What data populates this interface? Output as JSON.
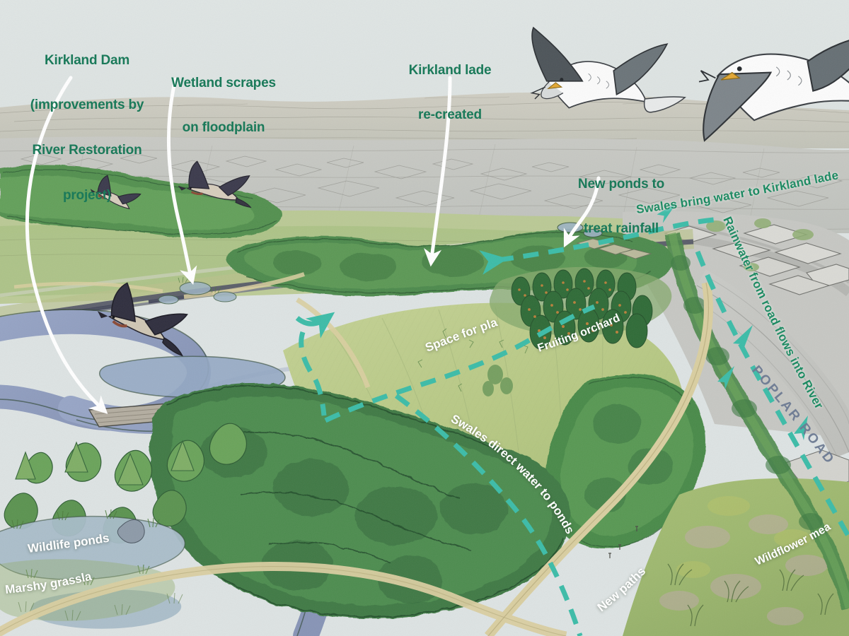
{
  "illustration": {
    "title": "Kirkland river park restoration masterplan — aerial perspective illustration",
    "style": "hand-drawn watercolour / ink aerial visualisation"
  },
  "palette": {
    "sky": "#dde3e3",
    "distant_hills": "#c9c8bd",
    "town_grey": "#c5c6c2",
    "meadow_light": "#b9c98a",
    "grass_mid": "#93b868",
    "woodland_dark": "#3f7a45",
    "woodland_mid": "#6aa35a",
    "river_blue": "#8e9bbf",
    "pond_blue": "#9fb3c6",
    "path_sand": "#d9ceA0",
    "callout_green": "#1b7a5a",
    "map_label_green": "#1c8a62",
    "swale_teal": "#3cbca8",
    "arrow_white": "#ffffff",
    "road_label_blue": "#6d7b93",
    "orchard_green": "#2f6b37",
    "fruit_dot": "#c8823c",
    "wildflower_pink": "#c9a8b8"
  },
  "callouts": [
    {
      "id": "kirkland-dam",
      "lines": [
        "Kirkland Dam",
        "(improvements by",
        "River Restoration",
        "project)"
      ],
      "text": "Kirkland Dam (improvements by River Restoration project)",
      "leader": "white curved arrow pointing down to the dam on the river"
    },
    {
      "id": "wetland-scrapes",
      "lines": [
        "Wetland scrapes",
        "on floodplain"
      ],
      "text": "Wetland scrapes on floodplain",
      "leader": "white curved arrow pointing down to wet scrapes beside the railway"
    },
    {
      "id": "kirkland-lade",
      "lines": [
        "Kirkland lade",
        "re-created"
      ],
      "text": "Kirkland lade re-created",
      "leader": "white curved arrow pointing down-left to the re-created lade channel"
    },
    {
      "id": "new-ponds",
      "lines": [
        "New ponds to",
        "treat rainfall"
      ],
      "text": "New ponds to treat rainfall",
      "leader": "white curved arrow pointing down-left to new treatment ponds"
    }
  ],
  "map_labels_green": [
    {
      "id": "swales-to-lade",
      "text": "Swales bring water to Kirkland lade",
      "note": "curves along the town edge, runs off the right edge of the image"
    },
    {
      "id": "rainwater-road",
      "text": "Rainwater from road flows into River",
      "note": "runs diagonally down the right edge beside Poplar Road"
    }
  ],
  "map_labels_white": [
    {
      "id": "space-for-play",
      "text": "Space for play"
    },
    {
      "id": "fruiting-orchard",
      "text": "Fruiting orchard"
    },
    {
      "id": "swales-direct",
      "text": "Swales direct water to ponds"
    },
    {
      "id": "wildlife-ponds",
      "text": "Wildlife ponds"
    },
    {
      "id": "marshy-grassland",
      "text": "Marshy grassland"
    },
    {
      "id": "new-paths",
      "text": "New paths"
    },
    {
      "id": "wildflower-meadow",
      "text": "Wildflower meadow"
    }
  ],
  "road_labels": [
    {
      "id": "poplar-road",
      "text": "POPLAR ROAD"
    }
  ],
  "flow_arrows": [
    {
      "id": "swale-flow-town",
      "direction": "west",
      "style": "teal dashed with arrowhead"
    },
    {
      "id": "swale-flow-road-1",
      "direction": "west",
      "style": "teal solid arrowhead"
    },
    {
      "id": "swale-flow-road-2",
      "direction": "south-west",
      "style": "teal solid arrowhead"
    },
    {
      "id": "swale-flow-road-3",
      "direction": "south",
      "style": "teal solid arrowhead"
    },
    {
      "id": "swale-flow-ponds",
      "direction": "north-east",
      "style": "teal dashed with arrowhead"
    }
  ],
  "wildlife": [
    {
      "id": "seagull-centre",
      "species": "gull in flight"
    },
    {
      "id": "seagull-right",
      "species": "gull in flight, cropped at right edge"
    },
    {
      "id": "swallow-upper",
      "species": "barn swallow in flight"
    },
    {
      "id": "swallow-left",
      "species": "barn swallow in flight"
    },
    {
      "id": "swallow-lower",
      "species": "barn swallow in flight"
    }
  ],
  "features": [
    "Distant town and hills on the horizon",
    "Railway line and road embankment crossing the floodplain",
    "Meandering river with dam and weir",
    "Wildlife ponds and marshy grassland",
    "Large mown open grassland for play",
    "Fruiting orchard rows",
    "New surfaced paths through the park",
    "Wildflower meadow on the eastern slope",
    "Housing and industrial units along Poplar Road"
  ]
}
